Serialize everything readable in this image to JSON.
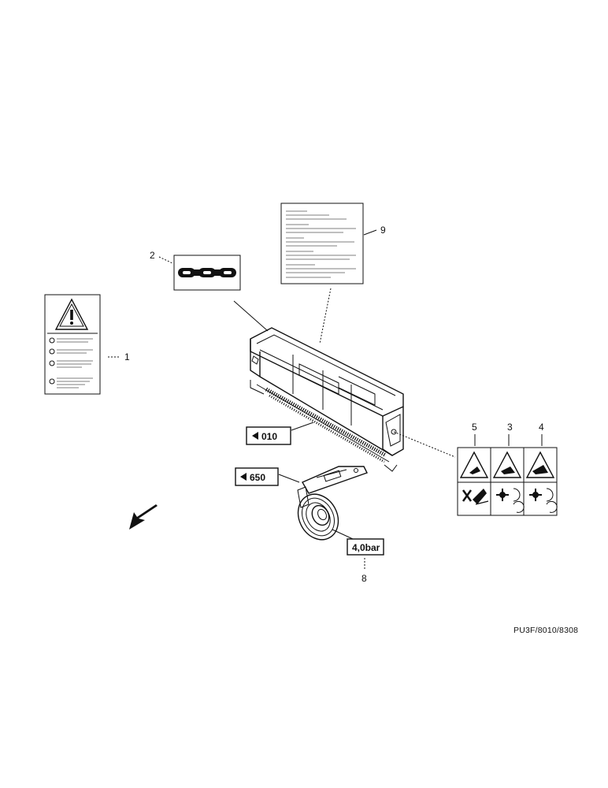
{
  "callouts": {
    "c1": "1",
    "c2": "2",
    "c3": "3",
    "c4": "4",
    "c5": "5",
    "c8": "8",
    "c9": "9"
  },
  "reference_boxes": {
    "ref_010": "010",
    "ref_650": "650"
  },
  "tire_pressure_label": "4,0bar",
  "drawing_code": "PU3F/8010/8308",
  "icons": {
    "warning": "warning-triangle-icon",
    "chain": "chain-icon",
    "arrow_left": "arrow-left-icon",
    "direction": "direction-arrow-icon"
  },
  "colors": {
    "ink": "#111111",
    "background": "#ffffff"
  }
}
